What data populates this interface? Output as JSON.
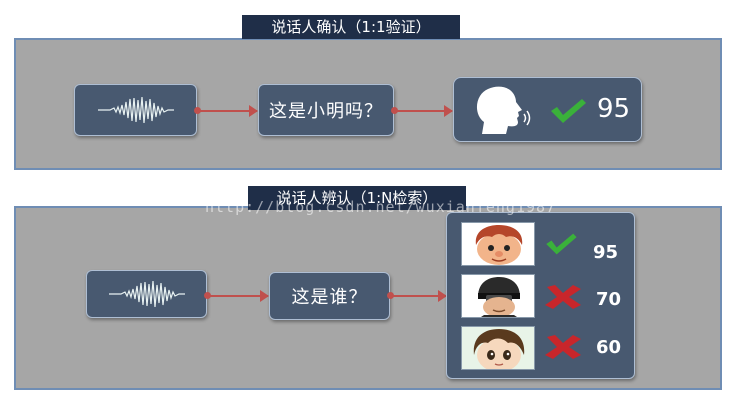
{
  "verification": {
    "title": "说话人确认（1:1验证）",
    "question": "这是小明吗？",
    "score": "95",
    "result": "match"
  },
  "identification": {
    "title": "说话人辨认（1:N检索）",
    "question": "这是谁？",
    "candidates": [
      {
        "score": "95",
        "result": "match"
      },
      {
        "score": "70",
        "result": "reject"
      },
      {
        "score": "60",
        "result": "reject"
      }
    ]
  },
  "watermark": "http://blog.csdn.net/wuxianfeng1987",
  "colors": {
    "panel": "#a6a6a6",
    "box": "#485970",
    "title_tab": "#1f2e48",
    "arrow": "#c0504d",
    "check": "#3ab13a",
    "cross": "#c8262b"
  }
}
